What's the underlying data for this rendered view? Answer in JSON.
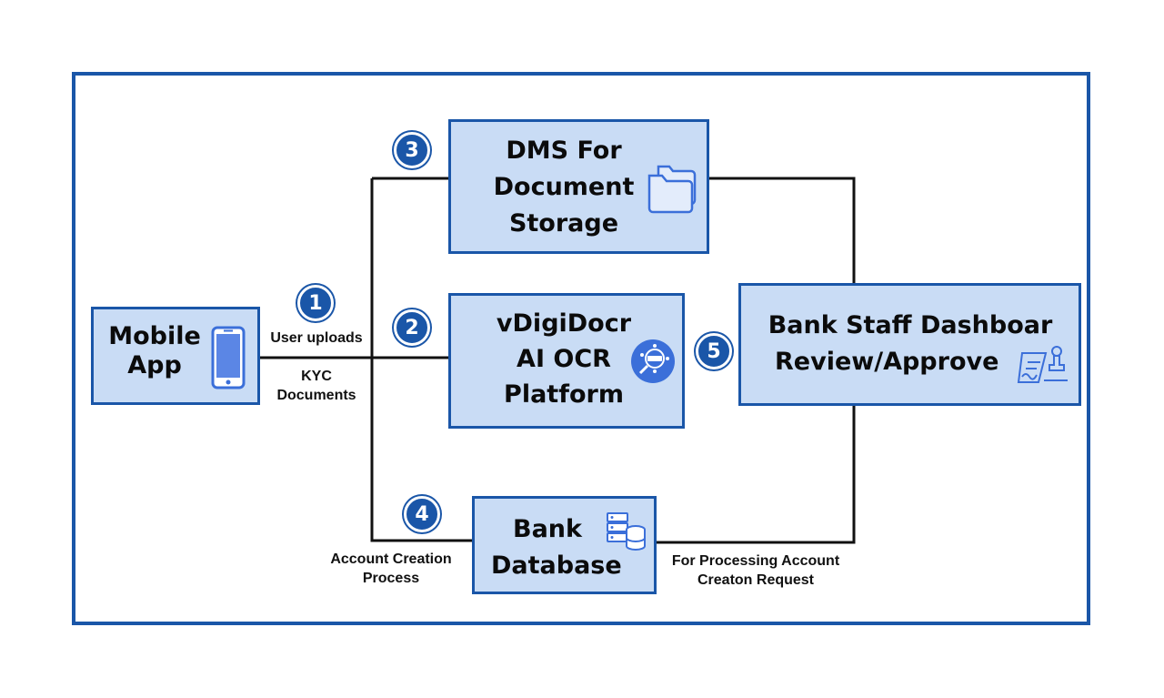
{
  "boxes": {
    "mobile": {
      "line1": "Mobile",
      "line2": "App"
    },
    "dms": {
      "line1": "DMS For",
      "line2": "Document",
      "line3": "Storage"
    },
    "ocr": {
      "line1": "vDigiDocr",
      "line2": "AI OCR",
      "line3": "Platform"
    },
    "db": {
      "line1": "Bank",
      "line2": "Database"
    },
    "staff": {
      "line1": "Bank Staff Dashboar",
      "line2": "Review/Approve"
    }
  },
  "badges": {
    "b1": "1",
    "b2": "2",
    "b3": "3",
    "b4": "4",
    "b5": "5"
  },
  "labels": {
    "uploads": "User uploads",
    "kyc1": "KYC",
    "kyc2": "Documents",
    "acct1": "Account Creation",
    "acct2": "Process",
    "proc1": "For Processing Account",
    "proc2": "Creaton Request"
  },
  "icons": {
    "mobile": "smartphone-icon",
    "dms": "folders-icon",
    "ocr": "ocr-scan-icon",
    "db": "database-icon",
    "staff": "approval-stamp-icon"
  },
  "colors": {
    "border": "#1a56a8",
    "box_fill": "#c9dcf5",
    "icon": "#3b6fd9"
  }
}
